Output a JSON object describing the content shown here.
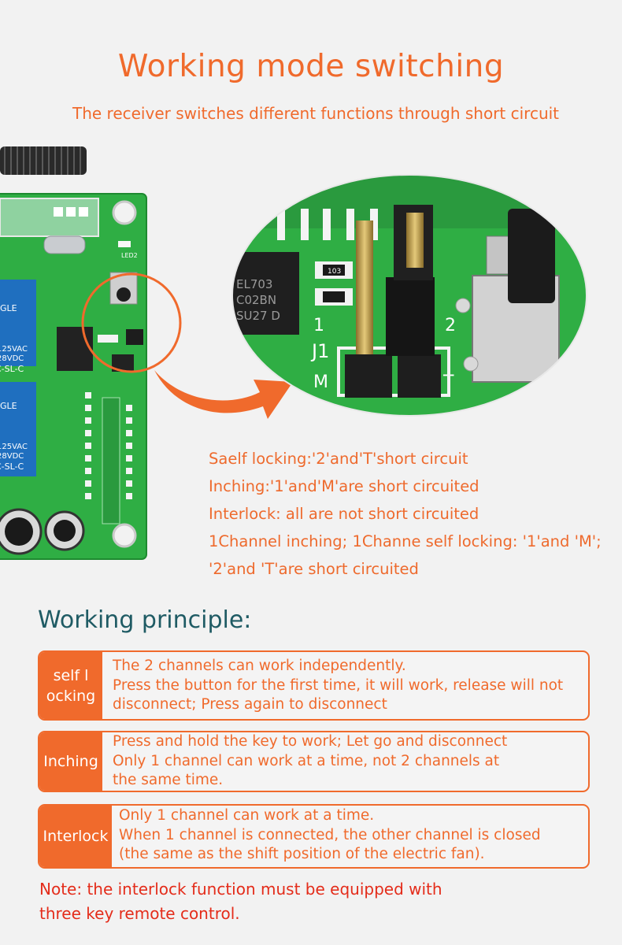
{
  "header": {
    "title": "Working mode switching",
    "subtitle": "The receiver switches different functions through short circuit"
  },
  "board": {
    "led_label": "LED2",
    "relay_brand": "GLE",
    "relay_rating_1": "125VAC",
    "relay_rating_2": "28VDC",
    "relay_code": "C-SL-C",
    "chip_lines": [
      "EL703",
      "C02BN",
      "SU27 D"
    ],
    "resistor_label": "103",
    "jumper_label": "J1",
    "pin_1": "1",
    "pin_2": "2",
    "pin_m": "M",
    "pin_t": "T",
    "colors": {
      "pcb": "#2fae44",
      "pcb_dark": "#1e8a30",
      "accent": "#f06a2c"
    }
  },
  "modes": [
    "Saelf locking:'2'and'T'short circuit",
    "Inching:'1'and'M'are short circuited",
    "Interlock: all are not short circuited",
    "1Channel inching; 1Channe self locking: '1'and 'M';",
    "'2'and 'T'are short circuited"
  ],
  "principle": {
    "title": "Working principle:",
    "cards": [
      {
        "label_lines": [
          "self l",
          "ocking"
        ],
        "lines": [
          "The 2 channels can work independently.",
          "Press the button for the first time, it will work, release will not",
          "disconnect; Press again to disconnect"
        ]
      },
      {
        "label_lines": [
          "Inching"
        ],
        "lines": [
          "Press and hold the key to work; Let go and disconnect",
          "Only 1 channel can work at a time, not 2 channels at",
          "the same time."
        ]
      },
      {
        "label_lines": [
          "Interlock"
        ],
        "lines": [
          "Only 1 channel can work at a time.",
          "When 1 channel is connected, the other channel is closed",
          "(the same as the shift position of the electric fan)."
        ]
      }
    ]
  },
  "note": [
    "Note: the interlock function must be equipped with",
    "three key remote control."
  ]
}
